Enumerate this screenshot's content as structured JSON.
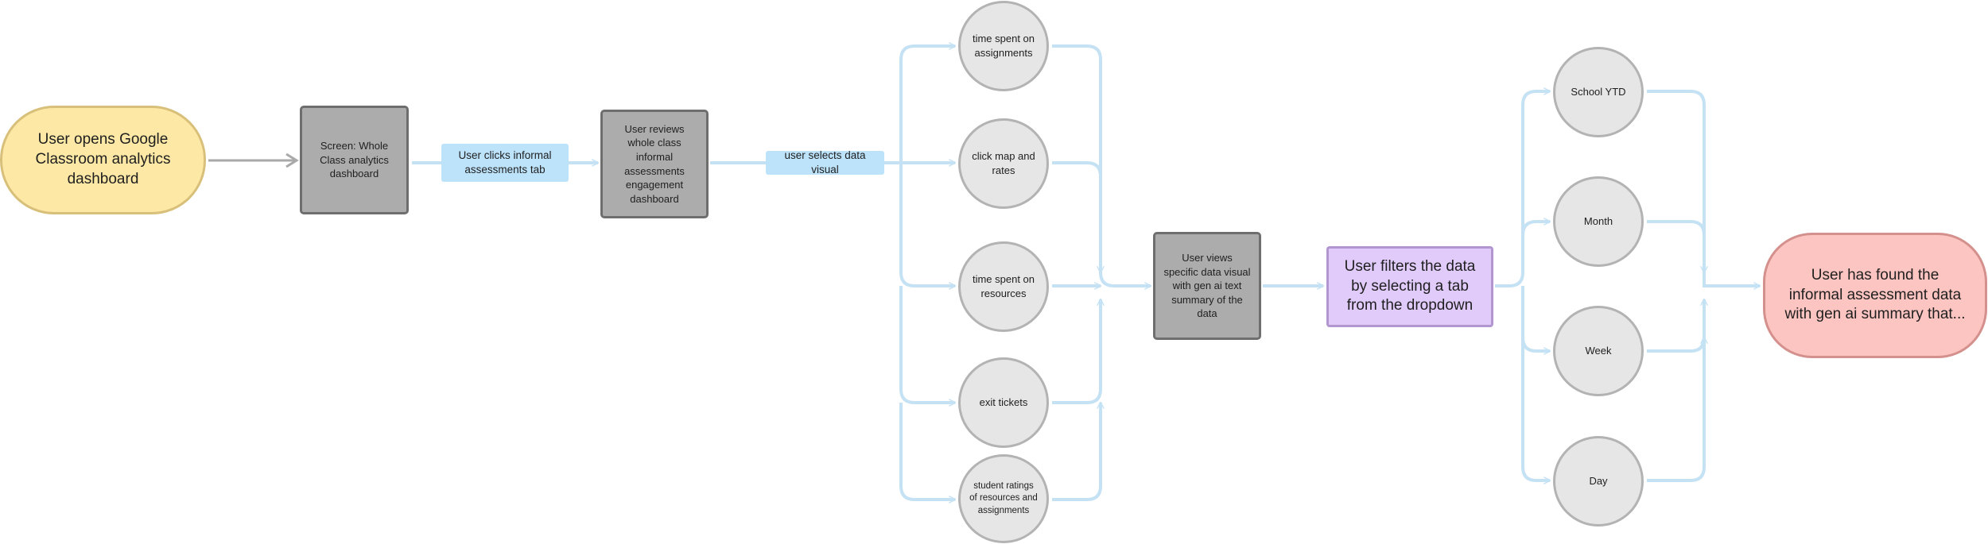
{
  "nodes": {
    "start": "User opens Google Classroom analytics dashboard",
    "screen_whole_class": "Screen: Whole Class analytics dashboard",
    "user_reviews": "User reviews whole class informal assessments engagement dashboard",
    "visual_time_assignments": "time spent on assignments",
    "visual_click_map": "click map and rates",
    "visual_time_resources": "time spent on resources",
    "visual_exit_tickets": "exit tickets",
    "visual_student_ratings": "student ratings of resources and assignments",
    "user_views": "User views specific data visual with gen ai text summary of the data",
    "user_filters": "User filters the data by selecting a tab from the dropdown",
    "filter_school_ytd": "School YTD",
    "filter_month": "Month",
    "filter_week": "Week",
    "filter_day": "Day",
    "end": "User has found the informal assessment data with gen ai summary that..."
  },
  "edge_labels": {
    "clicks_tab": "User clicks informal assessments tab",
    "selects_visual": "user selects data visual"
  },
  "colors": {
    "start_fill": "#fde8a5",
    "screen_fill": "#acacac",
    "label_fill": "#bde3fb",
    "option_fill": "#e6e6e6",
    "filter_fill": "#e1cbfb",
    "end_fill": "#fdc5c1",
    "connector": "#c5e2f5",
    "first_connector": "#a9a9a9"
  }
}
